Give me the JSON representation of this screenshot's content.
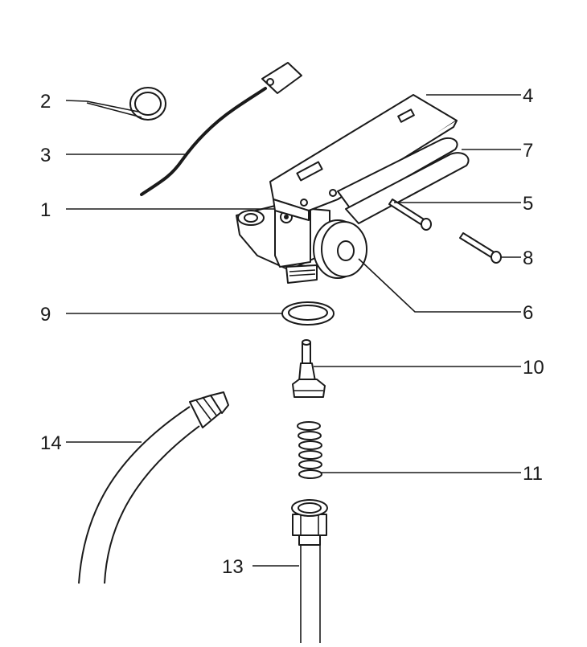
{
  "diagram": {
    "callouts": [
      {
        "id": "c1",
        "label": "1"
      },
      {
        "id": "c2",
        "label": "2"
      },
      {
        "id": "c3",
        "label": "3"
      },
      {
        "id": "c4",
        "label": "4"
      },
      {
        "id": "c5",
        "label": "5"
      },
      {
        "id": "c6",
        "label": "6"
      },
      {
        "id": "c7",
        "label": "7"
      },
      {
        "id": "c8",
        "label": "8"
      },
      {
        "id": "c9",
        "label": "9"
      },
      {
        "id": "c10",
        "label": "10"
      },
      {
        "id": "c11",
        "label": "11"
      },
      {
        "id": "c13",
        "label": "13"
      },
      {
        "id": "c14",
        "label": "14"
      }
    ],
    "colors": {
      "line": "#1a1a1a",
      "background": "#ffffff"
    }
  }
}
